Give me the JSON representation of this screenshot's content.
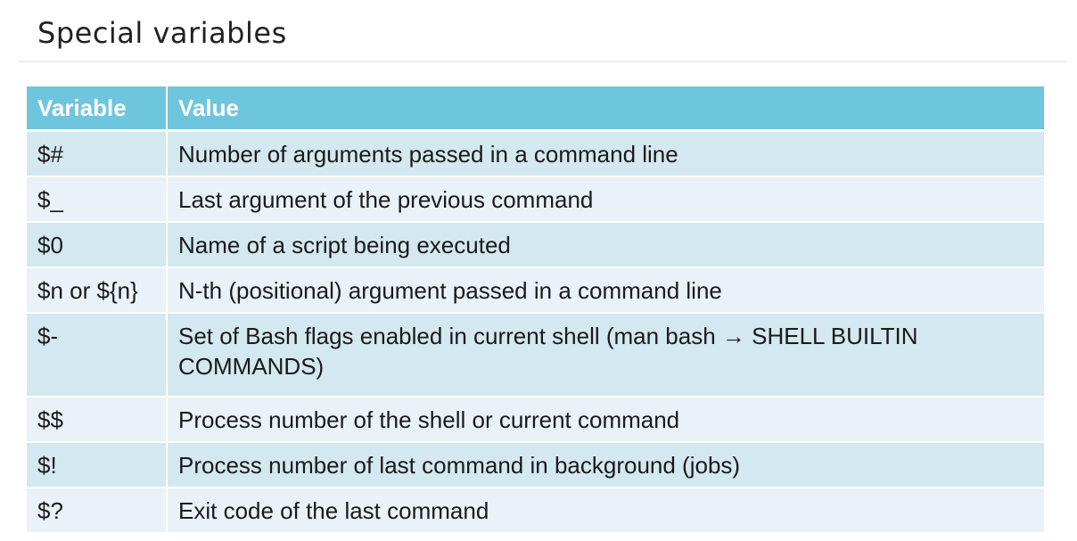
{
  "page": {
    "title": "Special variables"
  },
  "table": {
    "headers": [
      "Variable",
      "Value"
    ],
    "rows": [
      {
        "variable": "$#",
        "value": "Number of arguments passed in a command line"
      },
      {
        "variable": "$_",
        "value": "Last argument of the previous command"
      },
      {
        "variable": "$0",
        "value": "Name of a script being executed"
      },
      {
        "variable": "$n or ${n}",
        "value": "N-th (positional) argument passed in a command line"
      },
      {
        "variable": "$-",
        "value": "Set of Bash flags enabled in current shell (man bash → SHELL BUILTIN COMMANDS)"
      },
      {
        "variable": "$$",
        "value": "Process number of the shell or current command"
      },
      {
        "variable": "$!",
        "value": "Process number of last command in background (jobs)"
      },
      {
        "variable": "$?",
        "value": "Exit code of the last command"
      }
    ]
  },
  "colors": {
    "header_bg": "#6ec6de",
    "row_odd_bg": "#d4e8f0",
    "row_even_bg": "#e9f2f8"
  }
}
